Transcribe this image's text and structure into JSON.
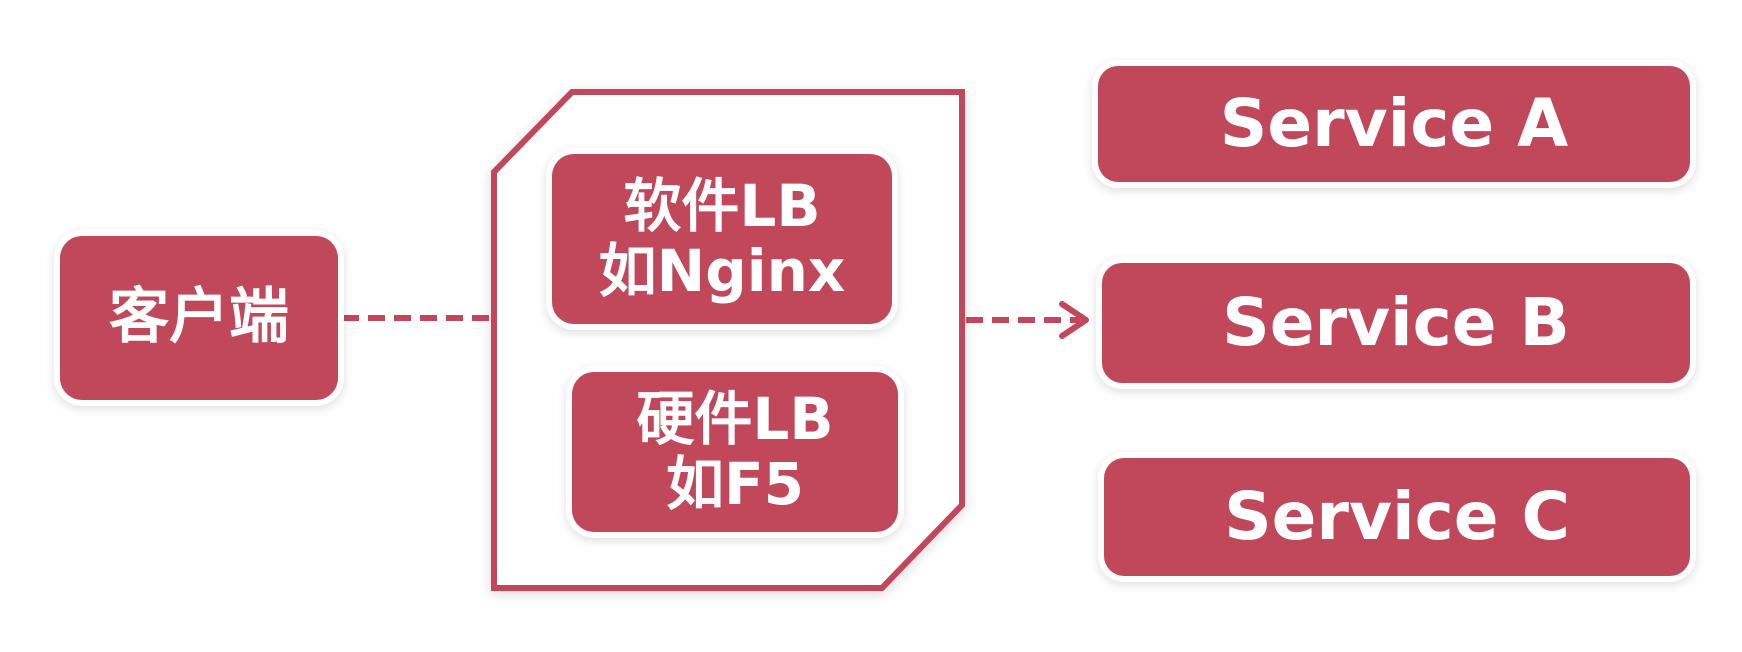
{
  "client": {
    "label": "客户端"
  },
  "load_balancer": {
    "software": {
      "line1": "软件LB",
      "line2": "如Nginx"
    },
    "hardware": {
      "line1": "硬件LB",
      "line2": "如F5"
    }
  },
  "services": [
    {
      "label": "Service A"
    },
    {
      "label": "Service B"
    },
    {
      "label": "Service C"
    }
  ],
  "colors": {
    "box_fill": "#c0485a",
    "line": "#c0485a",
    "container_stroke": "#c0485a",
    "text": "#ffffff"
  }
}
